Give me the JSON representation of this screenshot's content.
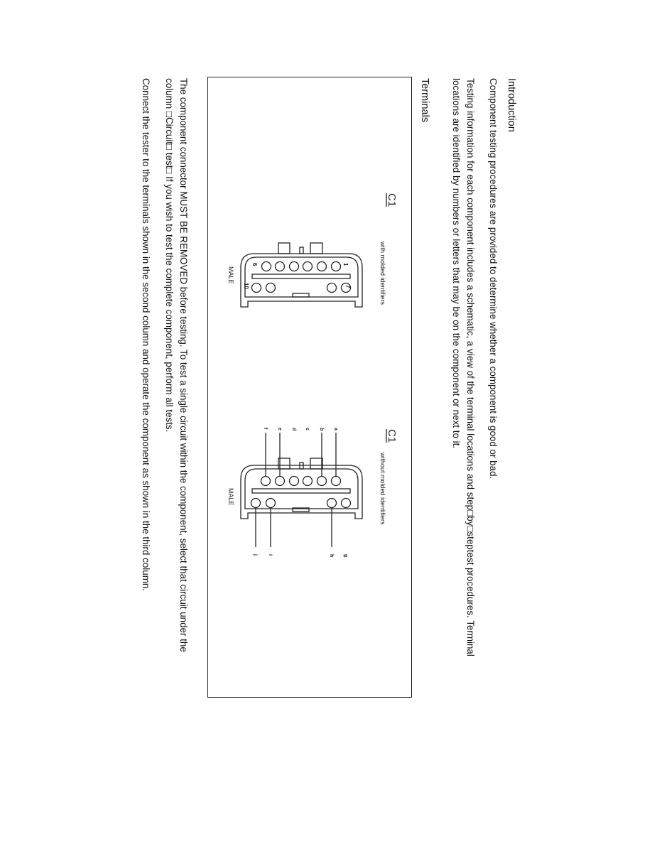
{
  "intro": {
    "title": "Introduction",
    "line1": "Component testing procedures are provided to determine whether a component is good or bad.",
    "line2": "Testing information for each component includes a schematic, a view of the terminal locations and step□by□steptest procedures. Terminal",
    "line3": "locations are identified by numbers or letters that may be on the component or next to it."
  },
  "terminals": {
    "title": "Terminals",
    "connector1": {
      "name": "C1",
      "caption": "with molded identifiers",
      "gender": "MALE",
      "labels": [
        "1",
        "6",
        "7",
        "10"
      ]
    },
    "connector2": {
      "name": "C1",
      "caption": "without molded identifiers",
      "gender": "MALE",
      "top_labels": [
        "f",
        "e",
        "d",
        "c",
        "b",
        "a"
      ],
      "bottom_labels": [
        "j",
        "i",
        "h",
        "g"
      ]
    }
  },
  "notes": {
    "line1": "The component connector MUST BE REMOVED before testing. To test a single circuit within the component, select that circuit under the",
    "line2": "column □Circuit□ test□ If you wish to test the complete component, perform all tests.",
    "line3": "Connect the tester to the terminals shown in the second column and operate the component as shown in the third column."
  }
}
